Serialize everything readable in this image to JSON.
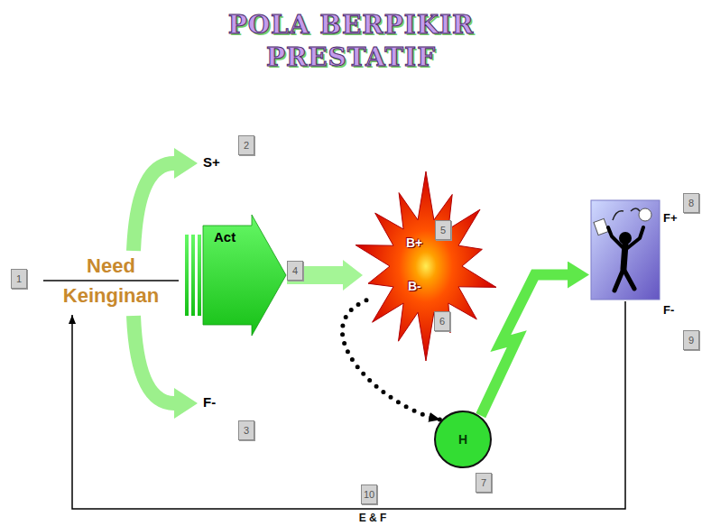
{
  "diagram": {
    "title": "POLA BERPIKIR PRESTATIF",
    "nodes": [
      {
        "text": [
          "Need",
          "Keinginan"
        ]
      },
      {
        "text": [
          "S+"
        ]
      },
      {
        "text": [
          "F-"
        ]
      },
      {
        "text": [
          "Act"
        ]
      },
      {
        "text": [
          "B+",
          "B-"
        ]
      },
      {
        "text": [
          "H"
        ]
      },
      {
        "text": [
          "F+",
          "F-"
        ]
      }
    ],
    "edges": [
      {
        "from": 0,
        "to": 1,
        "arrow": "to"
      },
      {
        "from": 0,
        "to": 2,
        "arrow": "to"
      },
      {
        "from": 3,
        "to": 4,
        "arrow": "to"
      },
      {
        "from": 4,
        "to": 5,
        "arrow": "to"
      },
      {
        "from": 5,
        "to": 6,
        "arrow": "to"
      },
      {
        "from": 6,
        "to": 0,
        "arrow": "to",
        "label": "E & F"
      }
    ],
    "labels": [
      "1",
      "2",
      "3",
      "4",
      "5",
      "6",
      "7",
      "8",
      "9",
      "10"
    ]
  }
}
